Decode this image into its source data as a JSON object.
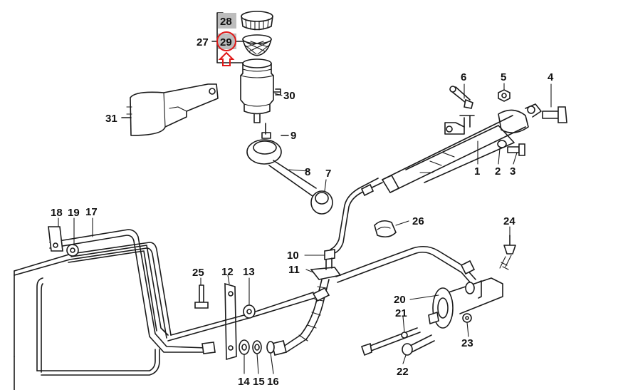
{
  "diagram": {
    "labels": {
      "p1": "1",
      "p2": "2",
      "p3": "3",
      "p4": "4",
      "p5": "5",
      "p6": "6",
      "p7": "7",
      "p8": "8",
      "p9": "9",
      "p10": "10",
      "p11": "11",
      "p12": "12",
      "p13": "13",
      "p14": "14",
      "p15": "15",
      "p16": "16",
      "p17": "17",
      "p18": "18",
      "p19": "19",
      "p20": "20",
      "p21": "21",
      "p22": "22",
      "p23": "23",
      "p24": "24",
      "p25": "25",
      "p26": "26",
      "p27": "27",
      "p28": "28",
      "p29": "29",
      "p30": "30",
      "p31": "31"
    },
    "highlighted_part": "29",
    "highlight_color": "#e01818"
  }
}
